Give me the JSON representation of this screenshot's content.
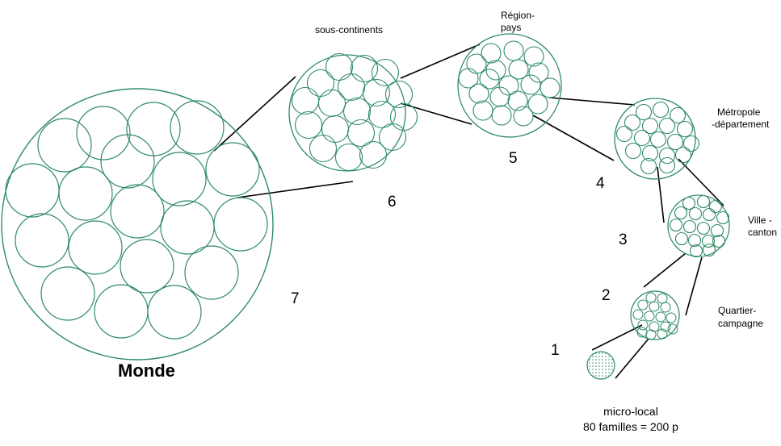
{
  "colors": {
    "circle": "#2e8b64",
    "line": "#000000",
    "dots": "#2e8b64"
  },
  "labels": {
    "monde": "Monde",
    "sous_continents": "sous-continents",
    "region_1": "Région-",
    "region_2": "pays",
    "metropole_1": "Métropole",
    "metropole_2": "-département",
    "ville_1": "Ville -",
    "ville_2": "canton",
    "quartier_1": "Quartier-",
    "quartier_2": "campagne",
    "micro_1": "micro-local",
    "micro_2": "80 familles = 200 p"
  },
  "levels": [
    "7",
    "6",
    "5",
    "4",
    "3",
    "2",
    "1"
  ]
}
